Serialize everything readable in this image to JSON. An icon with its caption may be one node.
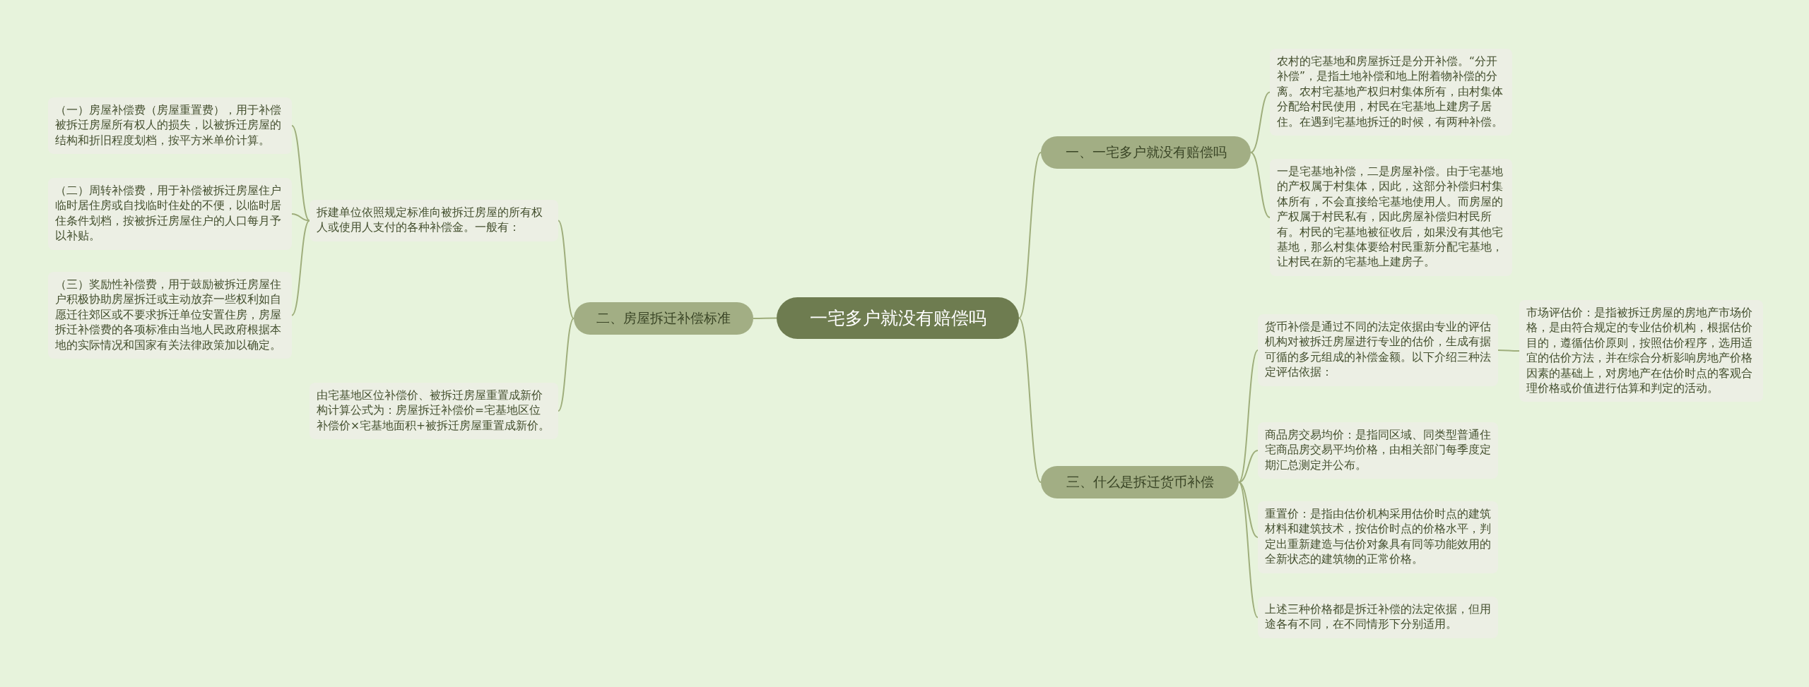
{
  "diagram": {
    "nodes": [
      {
        "text": [
          "一宅多户就没有赔偿吗"
        ]
      },
      {
        "text": [
          "一、一宅多户就没有赔偿吗"
        ]
      },
      {
        "text": [
          "农村的宅基地和房屋拆迁是分开补偿。“分开补偿”，是指土地补偿和地上附着物补偿的分离。农村宅基地产权归村集体所有，由村集体分配给村民使用，村民在宅基地上建房子居住。在遇到宅基地拆迁的时候，有两种补偿。"
        ]
      },
      {
        "text": [
          "一是宅基地补偿，二是房屋补偿。由于宅基地的产权属于村集体，因此，这部分补偿归村集体所有，不会直接给宅基地使用人。而房屋的产权属于村民私有，因此房屋补偿归村民所有。村民的宅基地被征收后，如果没有其他宅基地，那么村集体要给村民重新分配宅基地，让村民在新的宅基地上建房子。"
        ]
      },
      {
        "text": [
          "二、房屋拆迁补偿标准"
        ]
      },
      {
        "text": [
          "拆建单位依照规定标准向被拆迁房屋的所有权人或使用人支付的各种补偿金。一般有："
        ]
      },
      {
        "text": [
          "（一）房屋补偿费（房屋重置费），用于补偿被拆迁房屋所有权人的损失，以被拆迁房屋的结构和折旧程度划档，按平方米单价计算。"
        ]
      },
      {
        "text": [
          "（二）周转补偿费，用于补偿被拆迁房屋住户临时居住房或自找临时住处的不便，以临时居住条件划档，按被拆迁房屋住户的人口每月予以补贴。"
        ]
      },
      {
        "text": [
          "（三）奖励性补偿费，用于鼓励被拆迁房屋住户积极协助房屋拆迁或主动放弃一些权利如自愿迁往郊区或不要求拆迁单位安置住房，房屋拆迁补偿费的各项标准由当地人民政府根据本地的实际情况和国家有关法律政策加以确定。"
        ]
      },
      {
        "text": [
          "由宅基地区位补偿价、被拆迁房屋重置成新价构计算公式为：房屋拆迁补偿价=宅基地区位补偿价×宅基地面积+被拆迁房屋重置成新价。"
        ]
      },
      {
        "text": [
          "三、什么是拆迁货币补偿"
        ]
      },
      {
        "text": [
          "货币补偿是通过不同的法定依据由专业的评估机构对被拆迁房屋进行专业的估价，生成有据可循的多元组成的补偿金额。以下介绍三种法定评估依据："
        ]
      },
      {
        "text": [
          "市场评估价：是指被拆迁房屋的房地产市场价格，是由符合规定的专业估价机构，根据估价目的，遵循估价原则，按照估价程序，选用适宜的估价方法，并在综合分析影响房地产价格因素的基础上，对房地产在估价时点的客观合理价格或价值进行估算和判定的活动。"
        ]
      },
      {
        "text": [
          "商品房交易均价：是指同区域、同类型普通住宅商品房交易平均价格，由相关部门每季度定期汇总测定并公布。"
        ]
      },
      {
        "text": [
          "重置价：是指由估价机构采用估价时点的建筑材料和建筑技术，按估价时点的价格水平，判定出重新建造与估价对象具有同等功能效用的全新状态的建筑物的正常价格。"
        ]
      },
      {
        "text": [
          "上述三种价格都是拆迁补偿的法定依据，但用途各有不同，在不同情形下分别适用。"
        ]
      }
    ],
    "edges": [
      {
        "from": 0,
        "to": 1,
        "arrow": "none"
      },
      {
        "from": 1,
        "to": 2,
        "arrow": "none"
      },
      {
        "from": 1,
        "to": 3,
        "arrow": "none"
      },
      {
        "from": 0,
        "to": 4,
        "arrow": "none"
      },
      {
        "from": 4,
        "to": 5,
        "arrow": "none"
      },
      {
        "from": 5,
        "to": 6,
        "arrow": "none"
      },
      {
        "from": 5,
        "to": 7,
        "arrow": "none"
      },
      {
        "from": 5,
        "to": 8,
        "arrow": "none"
      },
      {
        "from": 4,
        "to": 9,
        "arrow": "none"
      },
      {
        "from": 0,
        "to": 10,
        "arrow": "none"
      },
      {
        "from": 10,
        "to": 11,
        "arrow": "none"
      },
      {
        "from": 11,
        "to": 12,
        "arrow": "none"
      },
      {
        "from": 10,
        "to": 13,
        "arrow": "none"
      },
      {
        "from": 10,
        "to": 14,
        "arrow": "none"
      },
      {
        "from": 10,
        "to": 15,
        "arrow": "none"
      }
    ]
  }
}
